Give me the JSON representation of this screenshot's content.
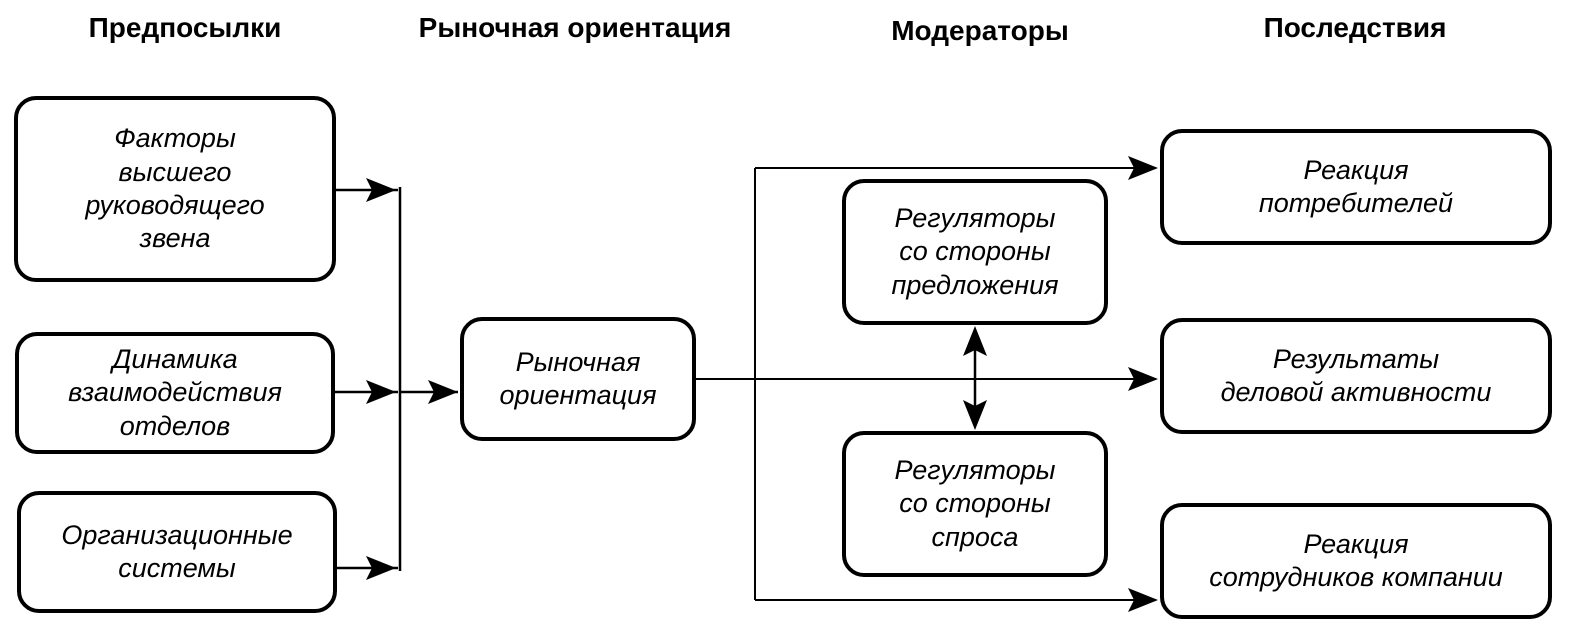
{
  "headers": {
    "antecedents": "Предпосылки",
    "market_orientation": "Рыночная ориентация",
    "moderators": "Модераторы",
    "consequences": "Последствия"
  },
  "boxes": {
    "top_management": "Факторы\nвысшего\nруководящего\nзвена",
    "interdepartmental": "Динамика\nвзаимодействия\nотделов",
    "org_systems": "Организационные\nсистемы",
    "market_orientation": "Рыночная\nориентация",
    "supply_regulators": "Регуляторы\nсо стороны\nпредложения",
    "demand_regulators": "Регуляторы\nсо стороны\nспроса",
    "customer_response": "Реакция\nпотребителей",
    "business_results": "Результаты\nделовой активности",
    "employee_response": "Реакция\nсотрудников компании"
  },
  "colors": {
    "stroke": "#000000",
    "background": "#ffffff"
  }
}
